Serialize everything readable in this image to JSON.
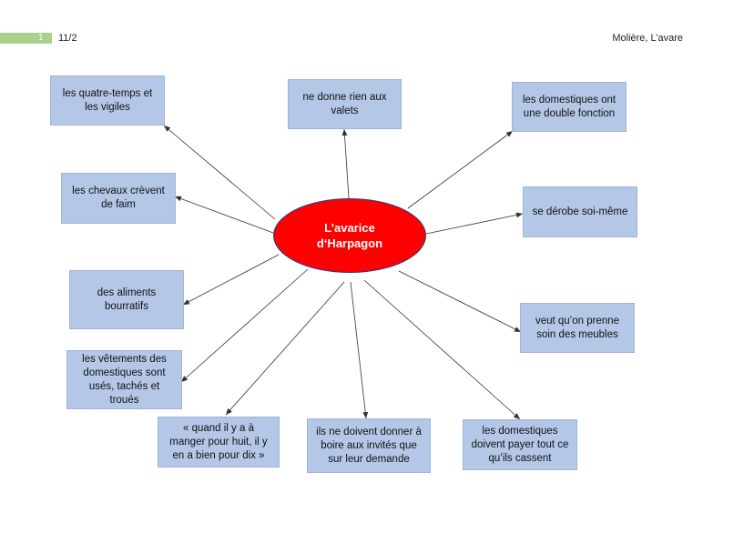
{
  "header": {
    "page_number": "1",
    "date": "11/2",
    "source": "Molière, L’avare"
  },
  "diagram": {
    "center": "L’avarice\nd‘Harpagon",
    "nodes": [
      "les quatre-temps et\nles vigiles",
      "ne donne rien aux\nvalets",
      "les domestiques ont\nune double fonction",
      "les chevaux crèvent\nde faim",
      "se dérobe soi-même",
      "des aliments\nbourratifs",
      "veut qu’on prenne\nsoin des meubles",
      "les vêtements des\ndomestiques sont\nusés, tachés et\ntroués",
      "« quand il y a à\nmanger pour huit, il y\nen a bien pour dix »",
      "ils ne doivent donner à\nboire aux invités que\nsur leur demande",
      "les domestiques\ndoivent payer tout ce\nqu’ils cassent"
    ],
    "colors": {
      "center_fill": "#ff0000",
      "center_border": "#1f3c88",
      "node_fill": "#b4c7e7",
      "arrow": "#333333",
      "header_bar": "#a9d18e"
    }
  }
}
